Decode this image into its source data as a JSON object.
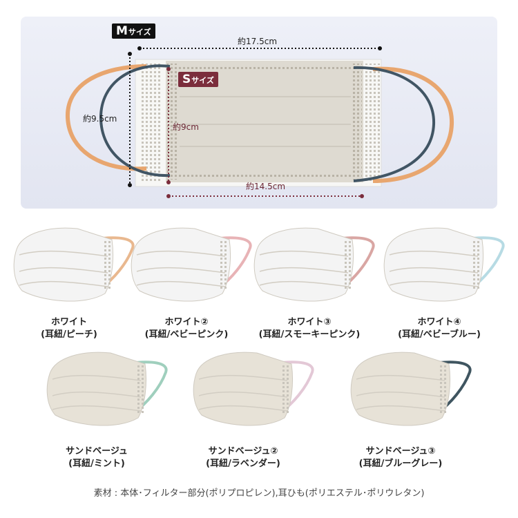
{
  "diagram": {
    "size_m_tag": {
      "big": "M",
      "small": "サイズ"
    },
    "size_s_tag": {
      "big": "S",
      "small": "サイズ"
    },
    "m_width": "約17.5cm",
    "m_height": "約9.5cm",
    "s_height": "約9cm",
    "s_width": "約14.5cm"
  },
  "masks_row1": [
    {
      "line1": "ホワイト",
      "line2": "(耳紐/ピーチ)",
      "body": "#f4f4f4",
      "strap": "#e9b88f"
    },
    {
      "line1": "ホワイト②",
      "line2": "(耳紐/ベビーピンク)",
      "body": "#f4f4f4",
      "strap": "#e8b3b6"
    },
    {
      "line1": "ホワイト③",
      "line2": "(耳紐/スモーキーピンク)",
      "body": "#f4f4f4",
      "strap": "#d9a6a3"
    },
    {
      "line1": "ホワイト④",
      "line2": "(耳紐/ベビーブルー)",
      "body": "#f4f4f4",
      "strap": "#b7dbe4"
    }
  ],
  "masks_row2": [
    {
      "line1": "サンドベージュ",
      "line2": "(耳紐/ミント)",
      "body": "#e7e2d7",
      "strap": "#9fcfbd"
    },
    {
      "line1": "サンドベージュ②",
      "line2": "(耳紐/ラベンダー)",
      "body": "#e7e2d7",
      "strap": "#e3c8d6"
    },
    {
      "line1": "サンドベージュ③",
      "line2": "(耳紐/ブルーグレー)",
      "body": "#e7e2d7",
      "strap": "#3f5560"
    }
  ],
  "footer": "素材 : 本体･フィルター部分(ポリプロピレン),耳ひも(ポリエステル･ポリウレタン)",
  "colors": {
    "m_dim": "#111111",
    "s_dim": "#7b2d3c",
    "peach_strap": "#e8a66f",
    "gray_strap": "#415564"
  }
}
